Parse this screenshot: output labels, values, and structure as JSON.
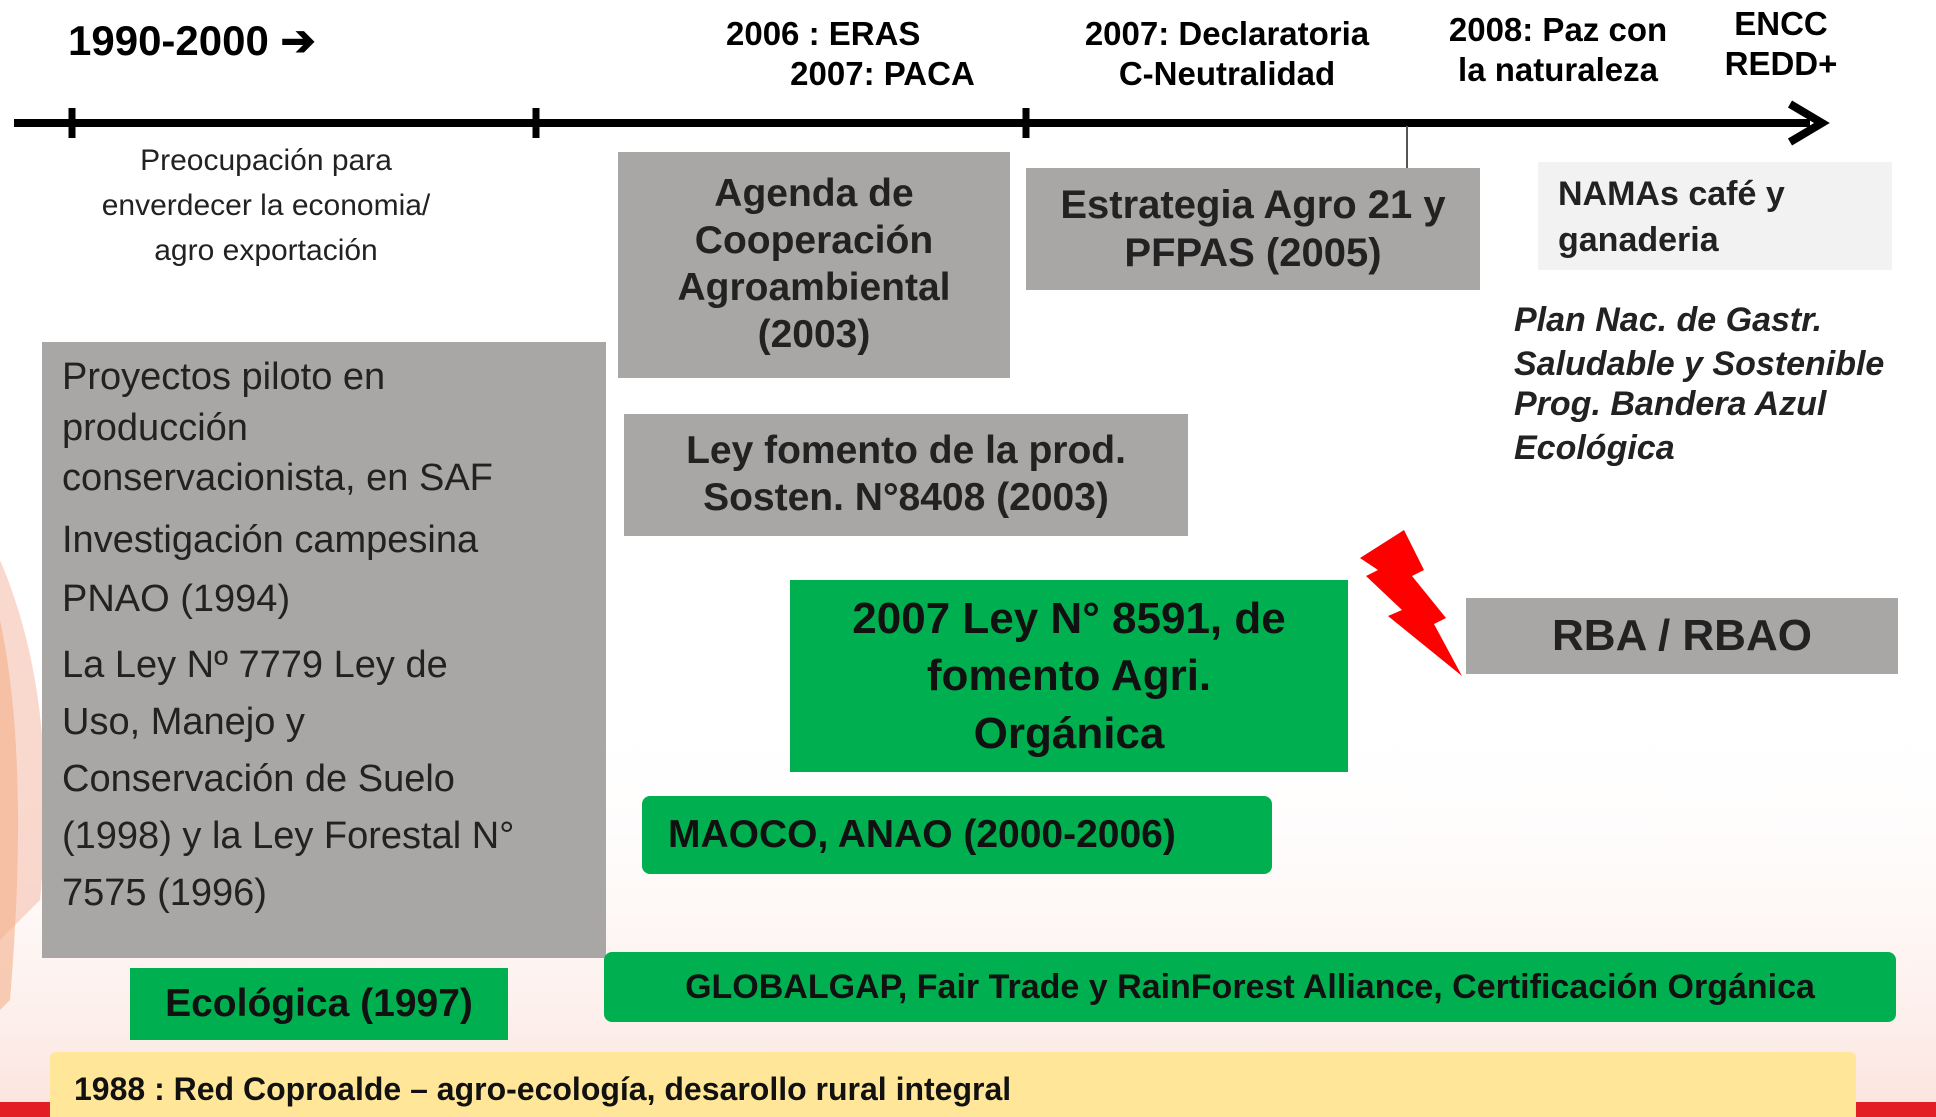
{
  "header": {
    "period": "1990-2000",
    "period_arrow": "➔"
  },
  "milestones": {
    "m2006": "2006 : ERAS\n       2007: PACA",
    "m2007": "2007: Declaratoria\nC-Neutralidad",
    "m2008": "2008: Paz con\nla naturaleza",
    "mencc": "ENCC\nREDD+"
  },
  "period_note": "Preocupación para\nenverdecer la economia/\nagro exportación",
  "boxes": {
    "agenda": "Agenda de\nCooperación\nAgroambiental\n(2003)",
    "agro21": "Estrategia Agro 21 y\nPFPAS (2005)",
    "namas": "NAMAs café y\nganaderia",
    "plan_nac": "Plan Nac. de Gastr.\nSaludable y Sostenible",
    "bandera": "Prog. Bandera Azul\nEcológica",
    "ley8408": "Ley fomento de la prod.\nSosten. N°8408 (2003)",
    "ley8591": "2007 Ley N° 8591, de\nfomento Agri.\nOrgánica",
    "rba": "RBA / RBAO",
    "maoco": "MAOCO, ANAO (2000-2006)",
    "globalgap": "GLOBALGAP, Fair Trade y RainForest Alliance, Certificación Orgánica",
    "ecologica": "Ecológica (1997)",
    "coproalde": "1988 : Red Coproalde – agro-ecología, desarollo rural integral"
  },
  "left_list": [
    "Proyectos piloto en\nproducción\nconservacionista, en SAF",
    "Investigación campesina",
    "PNAO (1994)",
    "La Ley Nº 7779 Ley de\nUso, Manejo y\nConservación de Suelo\n(1998) y la Ley Forestal N°\n7575 (1996)"
  ],
  "colors": {
    "gray_box": "#a9a7a5",
    "green_box": "#00b050",
    "yellow_bar": "#ffe699",
    "lightning": "#ff0000",
    "bottom_band": "#e31e24"
  },
  "icons": {
    "period_arrow": "arrow-right-icon",
    "conflict": "lightning-bolt-icon"
  }
}
